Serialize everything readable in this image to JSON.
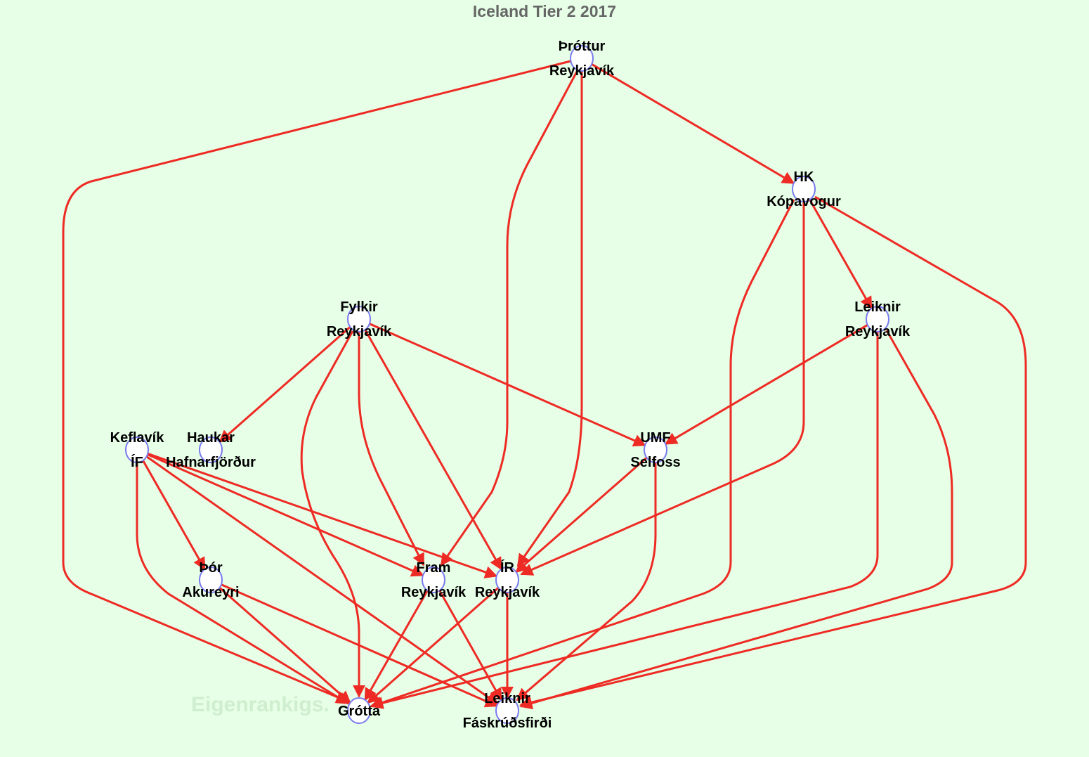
{
  "title": "Iceland Tier 2 2017",
  "watermark": "Eigenrankigs.",
  "colors": {
    "background": "#e6ffe6",
    "edge": "#ee2a24",
    "node_stroke": "#7a7aee",
    "node_fill": "#ffffff",
    "title": "#666666"
  },
  "nodes": [
    {
      "id": "throttur",
      "lines": [
        "Þróttur",
        "Reykjavík"
      ]
    },
    {
      "id": "hk",
      "lines": [
        "HK",
        "Kópavogur"
      ]
    },
    {
      "id": "fylkir",
      "lines": [
        "Fylkir",
        "Reykjavík"
      ]
    },
    {
      "id": "leiknir-r",
      "lines": [
        "Leiknir",
        "Reykjavík"
      ]
    },
    {
      "id": "keflavik",
      "lines": [
        "Keflavík",
        "ÍF"
      ]
    },
    {
      "id": "haukar",
      "lines": [
        "Haukar",
        "Hafnarfjörður"
      ]
    },
    {
      "id": "selfoss",
      "lines": [
        "UMF",
        "Selfoss"
      ]
    },
    {
      "id": "thor",
      "lines": [
        "Þór",
        "Akureyri"
      ]
    },
    {
      "id": "fram",
      "lines": [
        "Fram",
        "Reykjavík"
      ]
    },
    {
      "id": "ir",
      "lines": [
        "ÍR",
        "Reykjavík"
      ]
    },
    {
      "id": "grotta",
      "lines": [
        "Grótta"
      ]
    },
    {
      "id": "leiknir-f",
      "lines": [
        "Leiknir",
        "Fáskrúðsfirði"
      ]
    }
  ],
  "edges": [
    {
      "from": "throttur",
      "to": "hk"
    },
    {
      "from": "throttur",
      "to": "grotta"
    },
    {
      "from": "throttur",
      "to": "fram"
    },
    {
      "from": "throttur",
      "to": "ir"
    },
    {
      "from": "hk",
      "to": "leiknir-r"
    },
    {
      "from": "hk",
      "to": "grotta"
    },
    {
      "from": "hk",
      "to": "ir"
    },
    {
      "from": "hk",
      "to": "leiknir-f"
    },
    {
      "from": "fylkir",
      "to": "haukar"
    },
    {
      "from": "fylkir",
      "to": "grotta"
    },
    {
      "from": "fylkir",
      "to": "fram"
    },
    {
      "from": "fylkir",
      "to": "ir"
    },
    {
      "from": "fylkir",
      "to": "selfoss"
    },
    {
      "from": "leiknir-r",
      "to": "selfoss"
    },
    {
      "from": "leiknir-r",
      "to": "grotta"
    },
    {
      "from": "leiknir-r",
      "to": "leiknir-f"
    },
    {
      "from": "keflavik",
      "to": "thor"
    },
    {
      "from": "keflavik",
      "to": "grotta"
    },
    {
      "from": "keflavik",
      "to": "fram"
    },
    {
      "from": "keflavik",
      "to": "ir"
    },
    {
      "from": "keflavik",
      "to": "leiknir-f"
    },
    {
      "from": "selfoss",
      "to": "ir"
    },
    {
      "from": "selfoss",
      "to": "leiknir-f"
    },
    {
      "from": "thor",
      "to": "grotta"
    },
    {
      "from": "thor",
      "to": "leiknir-f"
    },
    {
      "from": "fram",
      "to": "grotta"
    },
    {
      "from": "fram",
      "to": "leiknir-f"
    },
    {
      "from": "ir",
      "to": "grotta"
    },
    {
      "from": "ir",
      "to": "leiknir-f"
    }
  ]
}
